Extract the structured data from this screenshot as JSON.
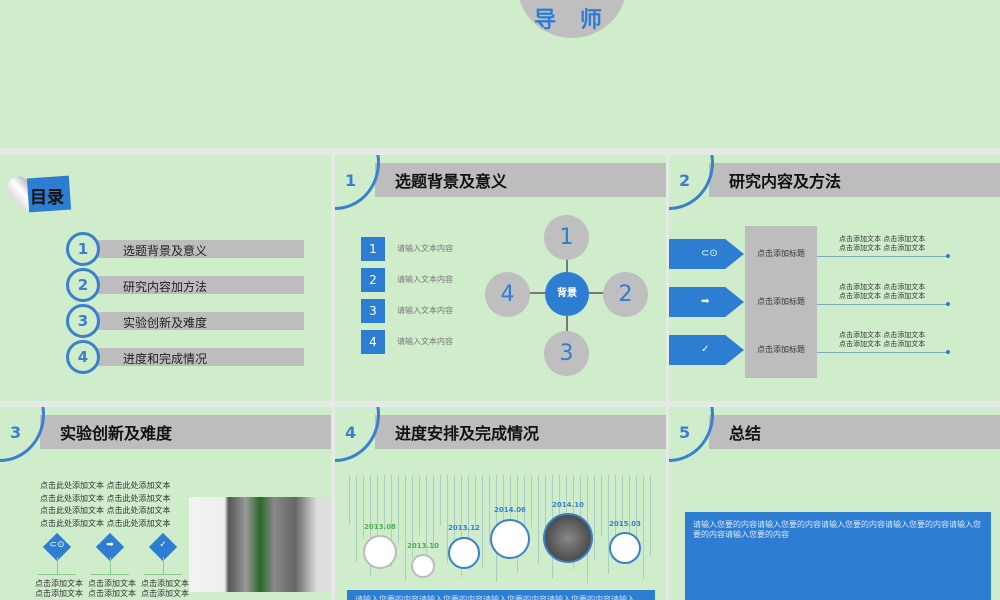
{
  "top_slide": {
    "title": "导 师"
  },
  "toc": {
    "title": "目录",
    "items": [
      {
        "num": "1",
        "label": "选题背景及意义"
      },
      {
        "num": "2",
        "label": "研究内容加方法"
      },
      {
        "num": "3",
        "label": "实验创新及难度"
      },
      {
        "num": "4",
        "label": "进度和完成情况"
      }
    ]
  },
  "s1": {
    "num": "1",
    "title": "选题背景及意义",
    "list": [
      {
        "num": "1",
        "text": "请输入文本内容"
      },
      {
        "num": "2",
        "text": "请输入文本内容"
      },
      {
        "num": "3",
        "text": "请输入文本内容"
      },
      {
        "num": "4",
        "text": "请输入文本内容"
      }
    ],
    "center": "背景",
    "nodes": [
      "1",
      "2",
      "3",
      "4"
    ]
  },
  "s2": {
    "num": "2",
    "title": "研究内容及方法",
    "rows": [
      {
        "icon": "link-icon",
        "glyph": "⊂⊙",
        "heading": "点击添加标题",
        "line1": "点击添加文本 点击添加文本",
        "line2": "点击添加文本 点击添加文本"
      },
      {
        "icon": "arrow-icon",
        "glyph": "➡",
        "heading": "点击添加标题",
        "line1": "点击添加文本 点击添加文本",
        "line2": "点击添加文本 点击添加文本"
      },
      {
        "icon": "check-icon",
        "glyph": "✓",
        "heading": "点击添加标题",
        "line1": "点击添加文本 点击添加文本",
        "line2": "点击添加文本 点击添加文本"
      }
    ]
  },
  "s3": {
    "num": "3",
    "title": "实验创新及难度",
    "para": [
      "点击此处添加文本 点击此处添加文本",
      "点击此处添加文本 点击此处添加文本",
      "点击此处添加文本 点击此处添加文本",
      "点击此处添加文本 点击此处添加文本"
    ],
    "diamonds": [
      {
        "glyph": "⊂⊙",
        "lines": [
          "点击添加文本",
          "点击添加文本"
        ]
      },
      {
        "glyph": "➡",
        "lines": [
          "点击添加文本",
          "点击添加文本"
        ]
      },
      {
        "glyph": "✓",
        "lines": [
          "点击添加文本",
          "点击添加文本"
        ]
      }
    ]
  },
  "s4": {
    "num": "4",
    "title": "进度安排及完成情况",
    "milestones": [
      {
        "date": "2013.08",
        "color": "#4caf50"
      },
      {
        "date": "2013.10",
        "color": "#4caf50"
      },
      {
        "date": "2013.12",
        "color": "#3a7fd0"
      },
      {
        "date": "2014.06",
        "color": "#3a7fd0"
      },
      {
        "date": "2014.10",
        "color": "#3a7fd0"
      },
      {
        "date": "2015.03",
        "color": "#3a7fd0"
      }
    ],
    "bar_text": "请输入您要的内容请输入您要的内容请输入您要的内容请输入您要的内容请输入"
  },
  "s5": {
    "num": "5",
    "title": "总结",
    "box_text": "请输入您要的内容请输入您要的内容请输入您要的内容请输入您要的内容请输入您要的内容请输入您要的内容"
  },
  "colors": {
    "accent": "#2d7dd2",
    "slide_bg": "#cfeccb",
    "bar_gray": "#bdbdbd"
  }
}
